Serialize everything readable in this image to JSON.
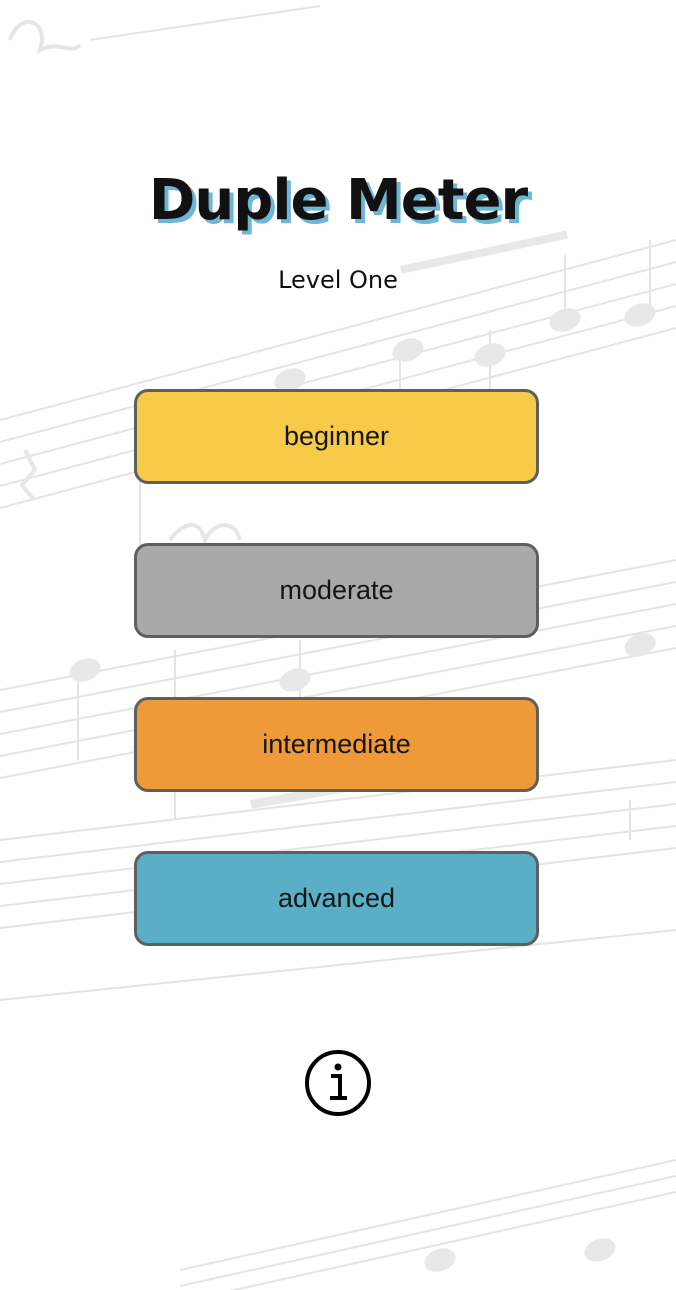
{
  "app": {
    "title": "Duple Meter",
    "subtitle": "Level One"
  },
  "levels": [
    {
      "label": "beginner",
      "color": "#f6cb47"
    },
    {
      "label": "moderate",
      "color": "#a9a9a9"
    },
    {
      "label": "intermediate",
      "color": "#ee9a38"
    },
    {
      "label": "advanced",
      "color": "#5aafc6"
    }
  ],
  "info_button": {
    "icon": "info-icon"
  },
  "colors": {
    "title_shadow": "#6cb6d6",
    "button_border": "#5f5f5f",
    "staff_lines": "#e6e6e6"
  }
}
